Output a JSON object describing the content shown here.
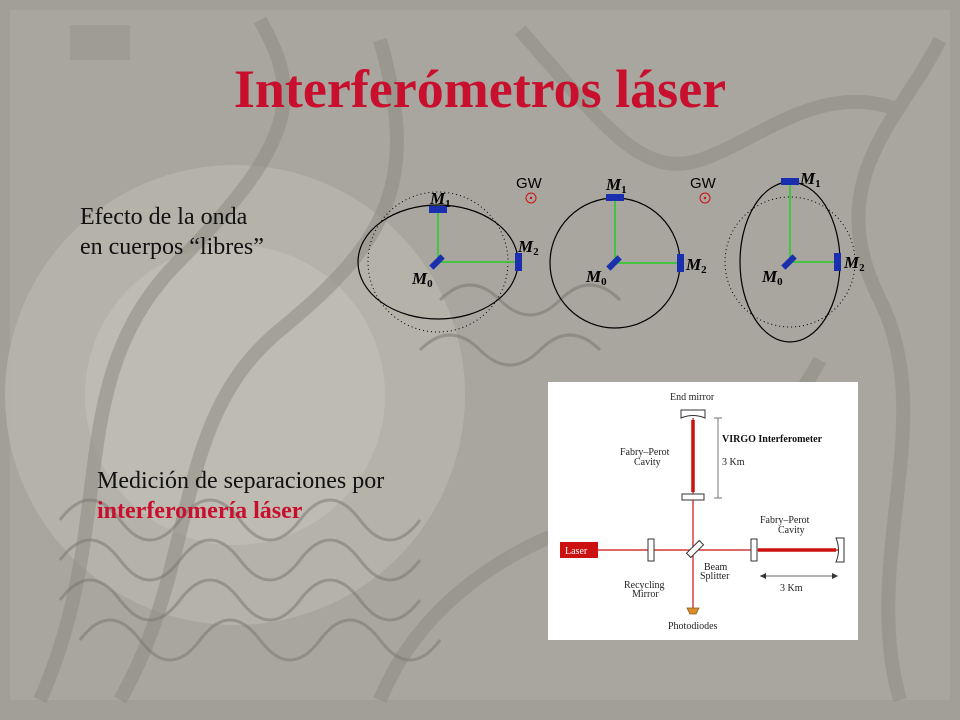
{
  "title": "Interferómetros láser",
  "effect_text": {
    "line1": "Efecto de la onda",
    "line2": "en cuerpos “libres”"
  },
  "measurement_text": {
    "line1": "Medición de separaciones por",
    "line2": "interferomería láser"
  },
  "wave_diagram": {
    "gw_label": "GW",
    "m0": "M",
    "m0_sub": "0",
    "m1": "M",
    "m1_sub": "1",
    "m2": "M",
    "m2_sub": "2"
  },
  "virgo": {
    "end_mirror": "End mirror",
    "title": "VIRGO Interferometer",
    "fp_cavity_top_1": "Fabry–Perot",
    "fp_cavity_top_2": "Cavity",
    "distance_vertical": "3 Km",
    "fp_cavity_right_1": "Fabry–Perot",
    "fp_cavity_right_2": "Cavity",
    "laser": "Laser",
    "beam_splitter_1": "Beam",
    "beam_splitter_2": "Splitter",
    "recycling_mirror_1": "Recycling",
    "recycling_mirror_2": "Mirror",
    "distance_horizontal": "3 Km",
    "photodiodes": "Photodiodes"
  },
  "colors": {
    "title": "#c8102e",
    "arm_green": "#22cc22",
    "mirror_blue": "#1a2fb0",
    "laser_red": "#cc1111"
  }
}
